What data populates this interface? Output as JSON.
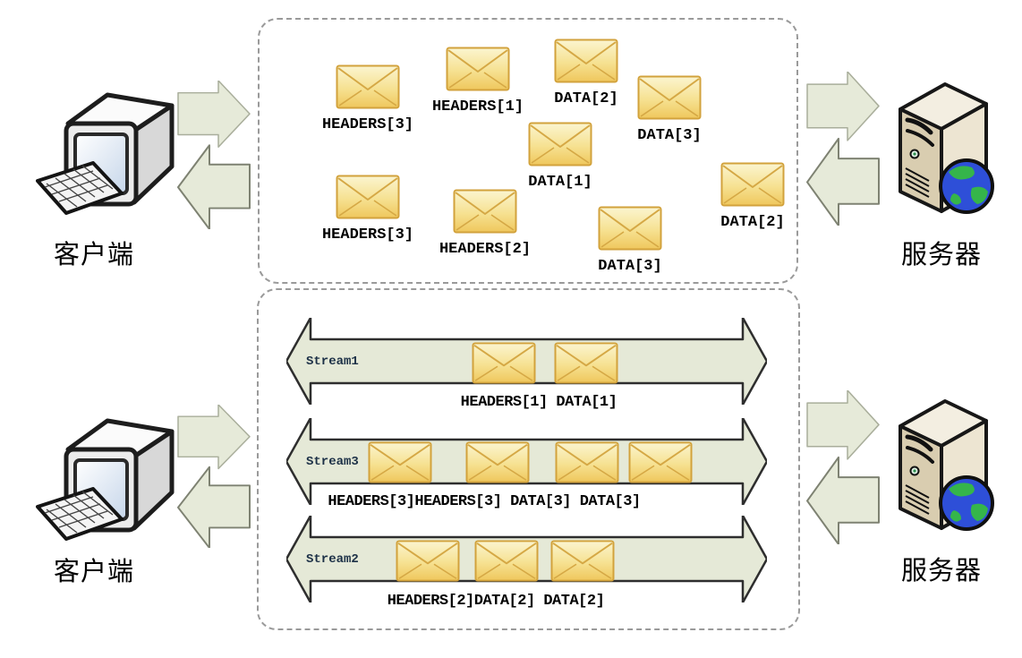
{
  "top_section": {
    "client_label": "客户端",
    "server_label": "服务器",
    "frames": [
      {
        "label": "HEADERS[3]"
      },
      {
        "label": "HEADERS[1]"
      },
      {
        "label": "DATA[2]"
      },
      {
        "label": "DATA[3]"
      },
      {
        "label": "DATA[1]"
      },
      {
        "label": "HEADERS[3]"
      },
      {
        "label": "HEADERS[2]"
      },
      {
        "label": "DATA[3]"
      },
      {
        "label": "DATA[2]"
      }
    ]
  },
  "bottom_section": {
    "client_label": "客户端",
    "server_label": "服务器",
    "streams": [
      {
        "name": "Stream1",
        "caption": "HEADERS[1] DATA[1]",
        "frame_count": 2
      },
      {
        "name": "Stream3",
        "caption": "HEADERS[3]HEADERS[3] DATA[3] DATA[3]",
        "frame_count": 4
      },
      {
        "name": "Stream2",
        "caption": "HEADERS[2]DATA[2] DATA[2]",
        "frame_count": 3
      }
    ]
  },
  "icons": {
    "client": "client-computer-icon",
    "server": "server-tower-icon",
    "frame": "envelope-icon",
    "transfer": "bidirectional-arrows-icon",
    "stream": "stream-double-arrow-icon"
  },
  "colors": {
    "envelope_fill_light": "#FBF5D0",
    "envelope_fill": "#F0CA5E",
    "envelope_border": "#D2A23C",
    "arrow_fill": "#E5E9D7",
    "stream_arrow_border": "#2E2E2E",
    "dashed_box_border": "#9A9A9A",
    "stream_name_color": "#1D3147",
    "label_color": "#000000"
  }
}
